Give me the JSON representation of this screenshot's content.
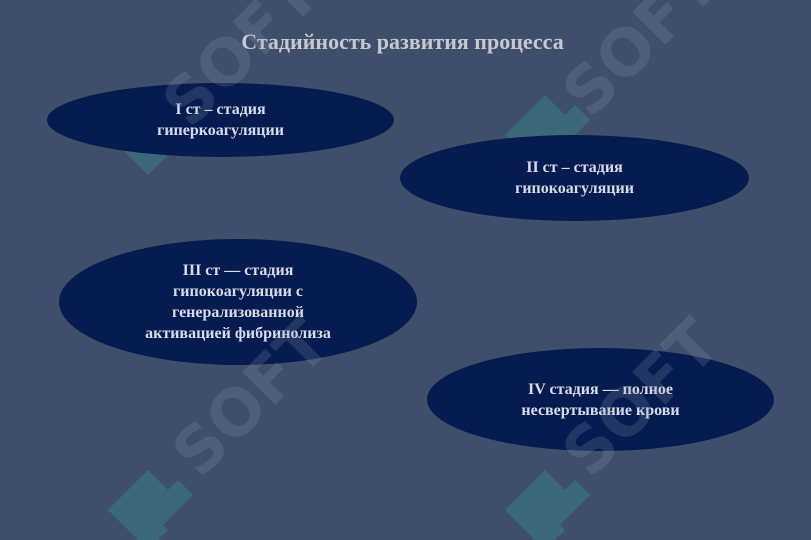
{
  "slide": {
    "title": "Стадийность развития процесса",
    "stages": [
      {
        "label": "I ст – стадия\nгиперкоагуляции"
      },
      {
        "label": "II ст – стадия\nгипокоагуляции"
      },
      {
        "label": "III ст —  стадия\nгипокоагуляции с\nгенерализованной\nактивацией фибринолиза"
      },
      {
        "label": "IV стадия — полное\nнесвертывание крови"
      }
    ]
  },
  "watermark": {
    "text": "SOFT",
    "color": "#3a7f86"
  },
  "colors": {
    "background": "#3f4f6b",
    "ellipse": "#061b50",
    "text": "#d8dce8"
  }
}
